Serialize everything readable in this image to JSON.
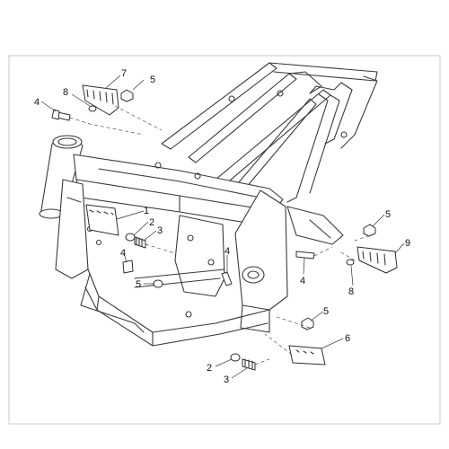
{
  "diagram": {
    "callouts": [
      {
        "id": "c7a",
        "label": "7"
      },
      {
        "id": "c5a",
        "label": "5"
      },
      {
        "id": "c8a",
        "label": "8"
      },
      {
        "id": "c4a",
        "label": "4"
      },
      {
        "id": "c1",
        "label": "1"
      },
      {
        "id": "c2a",
        "label": "2"
      },
      {
        "id": "c3a",
        "label": "3"
      },
      {
        "id": "c4b",
        "label": "4"
      },
      {
        "id": "c5b",
        "label": "5"
      },
      {
        "id": "c4c",
        "label": "4"
      },
      {
        "id": "c5c",
        "label": "5"
      },
      {
        "id": "c9",
        "label": "9"
      },
      {
        "id": "c4d",
        "label": "4"
      },
      {
        "id": "c8b",
        "label": "8"
      },
      {
        "id": "c5d",
        "label": "5"
      },
      {
        "id": "c6",
        "label": "6"
      },
      {
        "id": "c2b",
        "label": "2"
      },
      {
        "id": "c3b",
        "label": "3"
      }
    ]
  }
}
